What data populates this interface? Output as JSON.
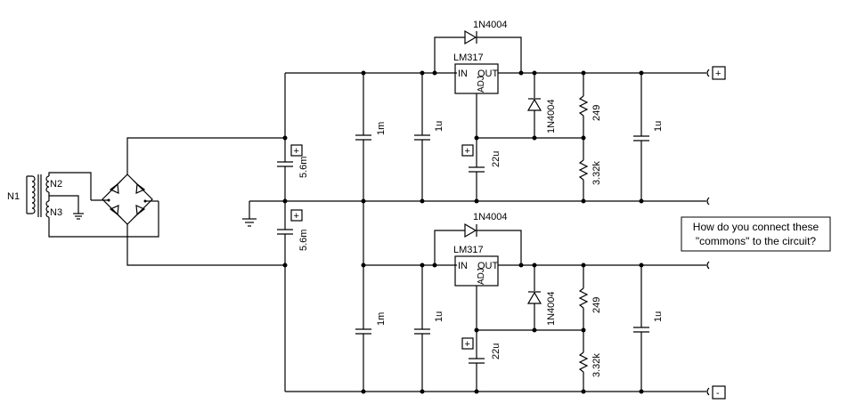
{
  "transformer": {
    "primary": "N1",
    "secondary_top": "N2",
    "secondary_bottom": "N3"
  },
  "filter_caps": {
    "top_value": "5.6m",
    "bottom_value": "5.6m",
    "polarity": "+"
  },
  "regulators": {
    "top": {
      "name": "LM317",
      "pin_in": "IN",
      "pin_out": "OUT",
      "pin_adj": "ADJ",
      "bypass_diode": "1N4004",
      "protect_diode": "1N4004",
      "cap_in1": "1m",
      "cap_in2": "1u",
      "cap_adj": "22u",
      "r1": "249",
      "r2": "3.32k",
      "cap_out": "1u"
    },
    "bottom": {
      "name": "LM317",
      "pin_in": "IN",
      "pin_out": "OUT",
      "pin_adj": "ADJ",
      "bypass_diode": "1N4004",
      "protect_diode": "1N4004",
      "cap_in1": "1m",
      "cap_in2": "1u",
      "cap_adj": "22u",
      "r1": "249",
      "r2": "3.32k",
      "cap_out": "1u"
    }
  },
  "terminals": {
    "positive": "+",
    "negative": "-"
  },
  "callout": {
    "line1": "How do you connect these",
    "line2": "\"commons\" to the circuit?"
  }
}
